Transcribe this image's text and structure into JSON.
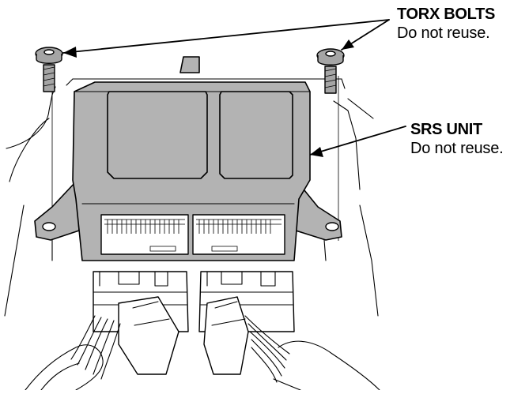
{
  "callouts": {
    "torx_bolts": {
      "title": "TORX BOLTS",
      "note": "Do not reuse."
    },
    "srs_unit": {
      "title": "SRS UNIT",
      "note": "Do not reuse."
    }
  },
  "colors": {
    "unit_fill": "#b3b3b3",
    "line": "#000000",
    "background": "#ffffff"
  }
}
